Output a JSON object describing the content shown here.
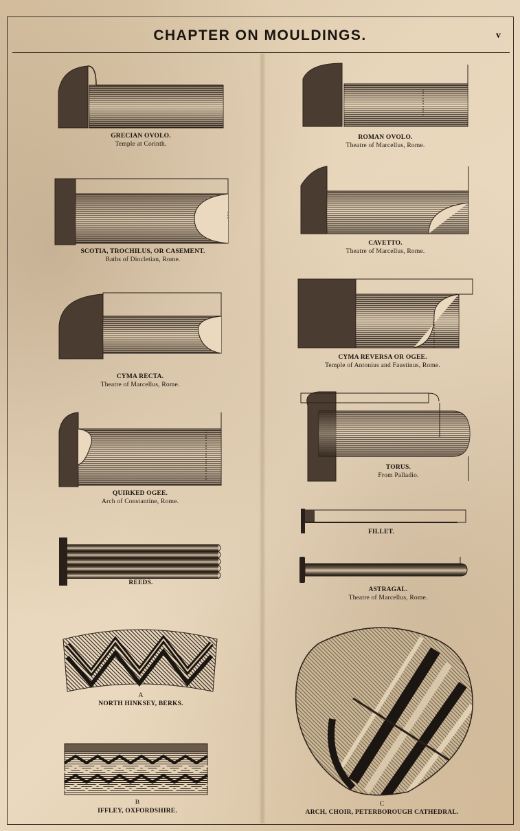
{
  "header": {
    "title": "CHAPTER ON MOULDINGS.",
    "page_number": "v"
  },
  "figures": {
    "grecian_ovolo": {
      "name": "GRECIAN OVOLO.",
      "location": "Temple at Corinth."
    },
    "roman_ovolo": {
      "name": "ROMAN OVOLO.",
      "location": "Theatre of Marcellus, Rome."
    },
    "scotia": {
      "name": "SCOTIA, TROCHILUS, OR CASEMENT.",
      "location": "Baths of Diocletian, Rome."
    },
    "cavetto": {
      "name": "CAVETTO.",
      "location": "Theatre of Marcellus, Rome."
    },
    "cyma_recta": {
      "name": "CYMA RECTA.",
      "location": "Theatre of Marcellus, Rome."
    },
    "cyma_reversa": {
      "name": "CYMA REVERSA OR OGEE.",
      "location": "Temple of Antonius and Faustinus, Rome."
    },
    "quirked_ogee": {
      "name": "QUIRKED OGEE.",
      "location": "Arch of Constantine, Rome."
    },
    "torus": {
      "name": "TORUS.",
      "location": "From Palladio."
    },
    "fillet": {
      "name": "FILLET."
    },
    "reeds": {
      "name": "REEDS."
    },
    "astragal": {
      "name": "ASTRAGAL.",
      "location": "Theatre of Marcellus, Rome."
    },
    "fig_a": {
      "letter": "A",
      "name": "NORTH HINKSEY, BERKS."
    },
    "fig_b": {
      "letter": "B",
      "name": "IFFLEY, OXFORDSHIRE."
    },
    "fig_c": {
      "letter": "C",
      "name": "ARCH, CHOIR, PETERBOROUGH CATHEDRAL."
    }
  }
}
